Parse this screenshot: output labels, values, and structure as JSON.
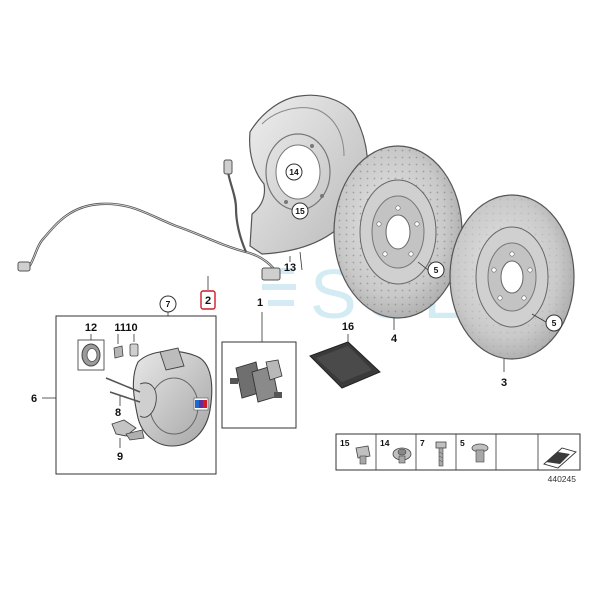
{
  "callouts": {
    "c1": "1",
    "c2": "2",
    "c3": "3",
    "c4": "4",
    "c5a": "5",
    "c5b": "5",
    "c6": "6",
    "c7": "7",
    "c8": "8",
    "c9": "9",
    "c1110": "1110",
    "c12": "12",
    "c13": "13",
    "c14": "14",
    "c15": "15",
    "c16": "16"
  },
  "legend": {
    "l15": "15",
    "l14": "14",
    "l7": "7",
    "l5": "5"
  },
  "watermark": "SOL",
  "reference_number": "440245",
  "colors": {
    "highlight": "#d11a2a",
    "part_stroke": "#555555",
    "part_fill": "#d9d9d9"
  }
}
